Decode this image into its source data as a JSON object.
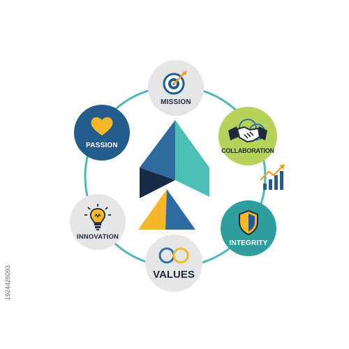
{
  "diagram": {
    "nodes": {
      "mission": {
        "label": "MISSION",
        "icon": "target-arrow-icon"
      },
      "collaboration": {
        "label": "COLLABORATION",
        "icon": "handshake-icon"
      },
      "integrity": {
        "label": "INTEGRITY",
        "icon": "shield-icon"
      },
      "values": {
        "label": "VALUES",
        "icon": "infinity-loop-icon"
      },
      "innovation": {
        "label": "INNOVATION",
        "icon": "lightbulb-icon"
      },
      "passion": {
        "label": "PASSION",
        "icon": "heart-icon"
      }
    },
    "center_icon": "triangle-arrow-logo-icon",
    "accent_icon": "growth-chart-icon",
    "side_text": "1924426093"
  },
  "colors": {
    "ring": "#4fb8b3",
    "navy": "#245d8b",
    "teal": "#2e9ea0",
    "lime": "#b4d358",
    "grey": "#e5e6e7",
    "yellow": "#f6b82a",
    "orange": "#f39a1f",
    "dark_navy": "#1d2a3a",
    "blue": "#3270a8"
  }
}
